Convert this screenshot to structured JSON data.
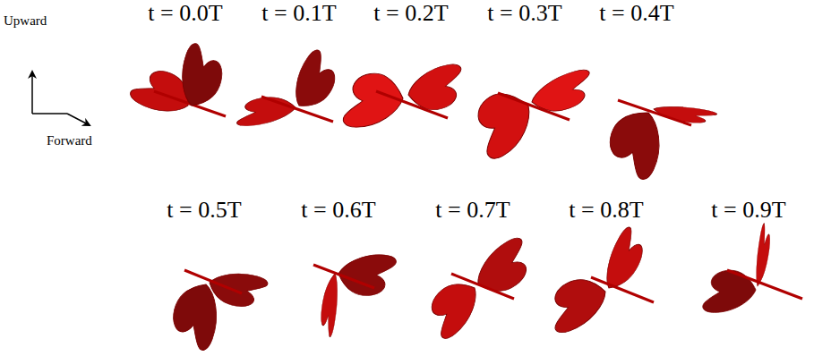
{
  "diagram": {
    "labels": [
      "Upward",
      "Forward",
      "t = 0.0T",
      "t = 0.1T",
      "t = 0.2T",
      "t = 0.3T",
      "t = 0.4T",
      "t = 0.5T",
      "t = 0.6T",
      "t = 0.7T",
      "t = 0.8T",
      "t = 0.9T"
    ]
  }
}
